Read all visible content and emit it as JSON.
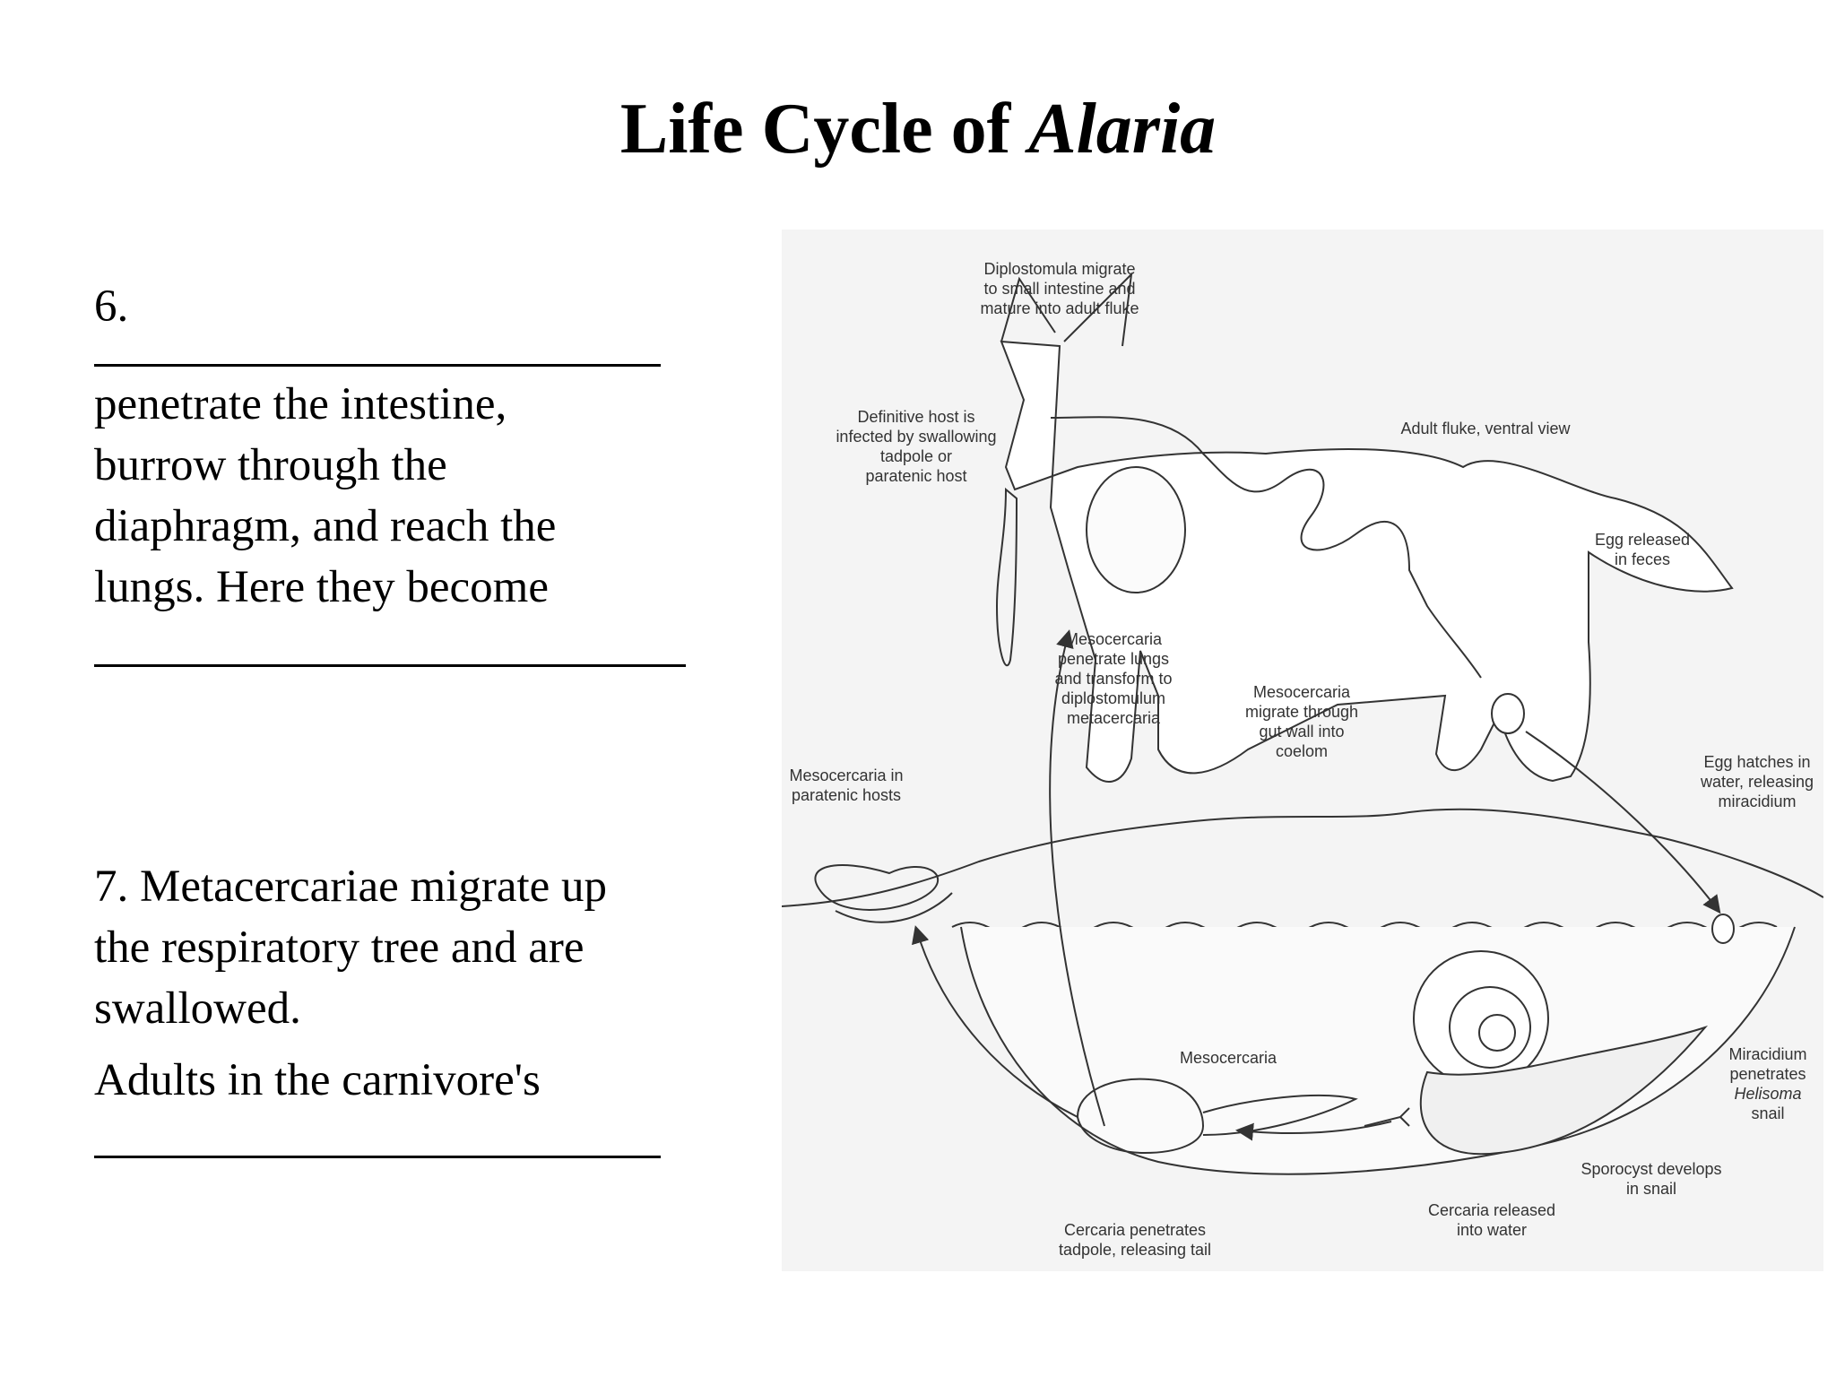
{
  "title": {
    "prefix": "Life Cycle of ",
    "italic": "Alaria"
  },
  "step6": {
    "number": "6.",
    "text": [
      "penetrate the intestine,",
      "burrow through the",
      "diaphragm, and reach the",
      "lungs.  Here they become"
    ]
  },
  "step7": {
    "text": [
      "7.  Metacercariae migrate up",
      "the respiratory tree and are",
      "swallowed."
    ],
    "adults": "Adults in the carnivore's"
  },
  "diagram": {
    "labels": {
      "diplostomula": [
        "Diplostomula migrate",
        "to small intestine and",
        "mature into adult fluke"
      ],
      "definitive": [
        "Definitive host is",
        "infected by swallowing",
        "tadpole or",
        "paratenic host"
      ],
      "adult_fluke": [
        "Adult fluke, ventral view"
      ],
      "egg_released": [
        "Egg released",
        "in feces"
      ],
      "meso_lungs": [
        "Mesocercaria",
        "penetrate lungs",
        "and transform to",
        "diplostomulum",
        "metacercaria"
      ],
      "meso_gut": [
        "Mesocercaria",
        "migrate through",
        "gut wall into",
        "coelom"
      ],
      "meso_paratenic": [
        "Mesocercaria in",
        "paratenic hosts"
      ],
      "egg_hatches": [
        "Egg hatches in",
        "water, releasing",
        "miracidium"
      ],
      "mesocercaria": [
        "Mesocercaria"
      ],
      "miracidium": [
        "Miracidium",
        "penetrates",
        "Helisoma",
        "snail"
      ],
      "sporocyst": [
        "Sporocyst develops",
        "in snail"
      ],
      "cercaria_released": [
        "Cercaria released",
        "into water"
      ],
      "cercaria_penetrates": [
        "Cercaria penetrates",
        "tadpole, releasing tail"
      ]
    }
  }
}
